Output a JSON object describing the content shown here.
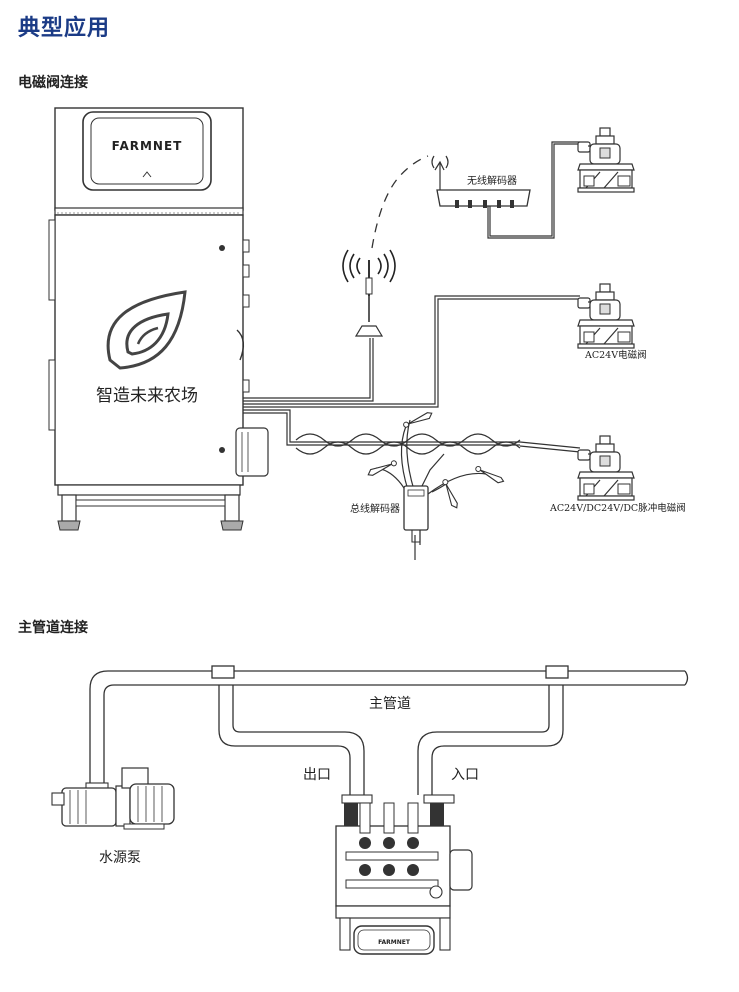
{
  "page": {
    "title": "典型应用"
  },
  "solenoid_section": {
    "title": "电磁阀连接",
    "controller_brand": "FARMNET",
    "controller_slogan": "智造未来农场",
    "wireless_decoder_label": "无线解码器",
    "ac24v_valve_label": "AC24V电磁阀",
    "bus_decoder_label": "总线解码器",
    "pulse_valve_label": "AC24V/DC24V/DC脉冲电磁阀"
  },
  "pipeline_section": {
    "title": "主管道连接",
    "main_pipe_label": "主管道",
    "outlet_label": "出口",
    "inlet_label": "入口",
    "pump_label": "水源泵",
    "unit_brand": "FARMNET"
  },
  "colors": {
    "title_blue": "#1b3b86",
    "line": "#333333"
  }
}
